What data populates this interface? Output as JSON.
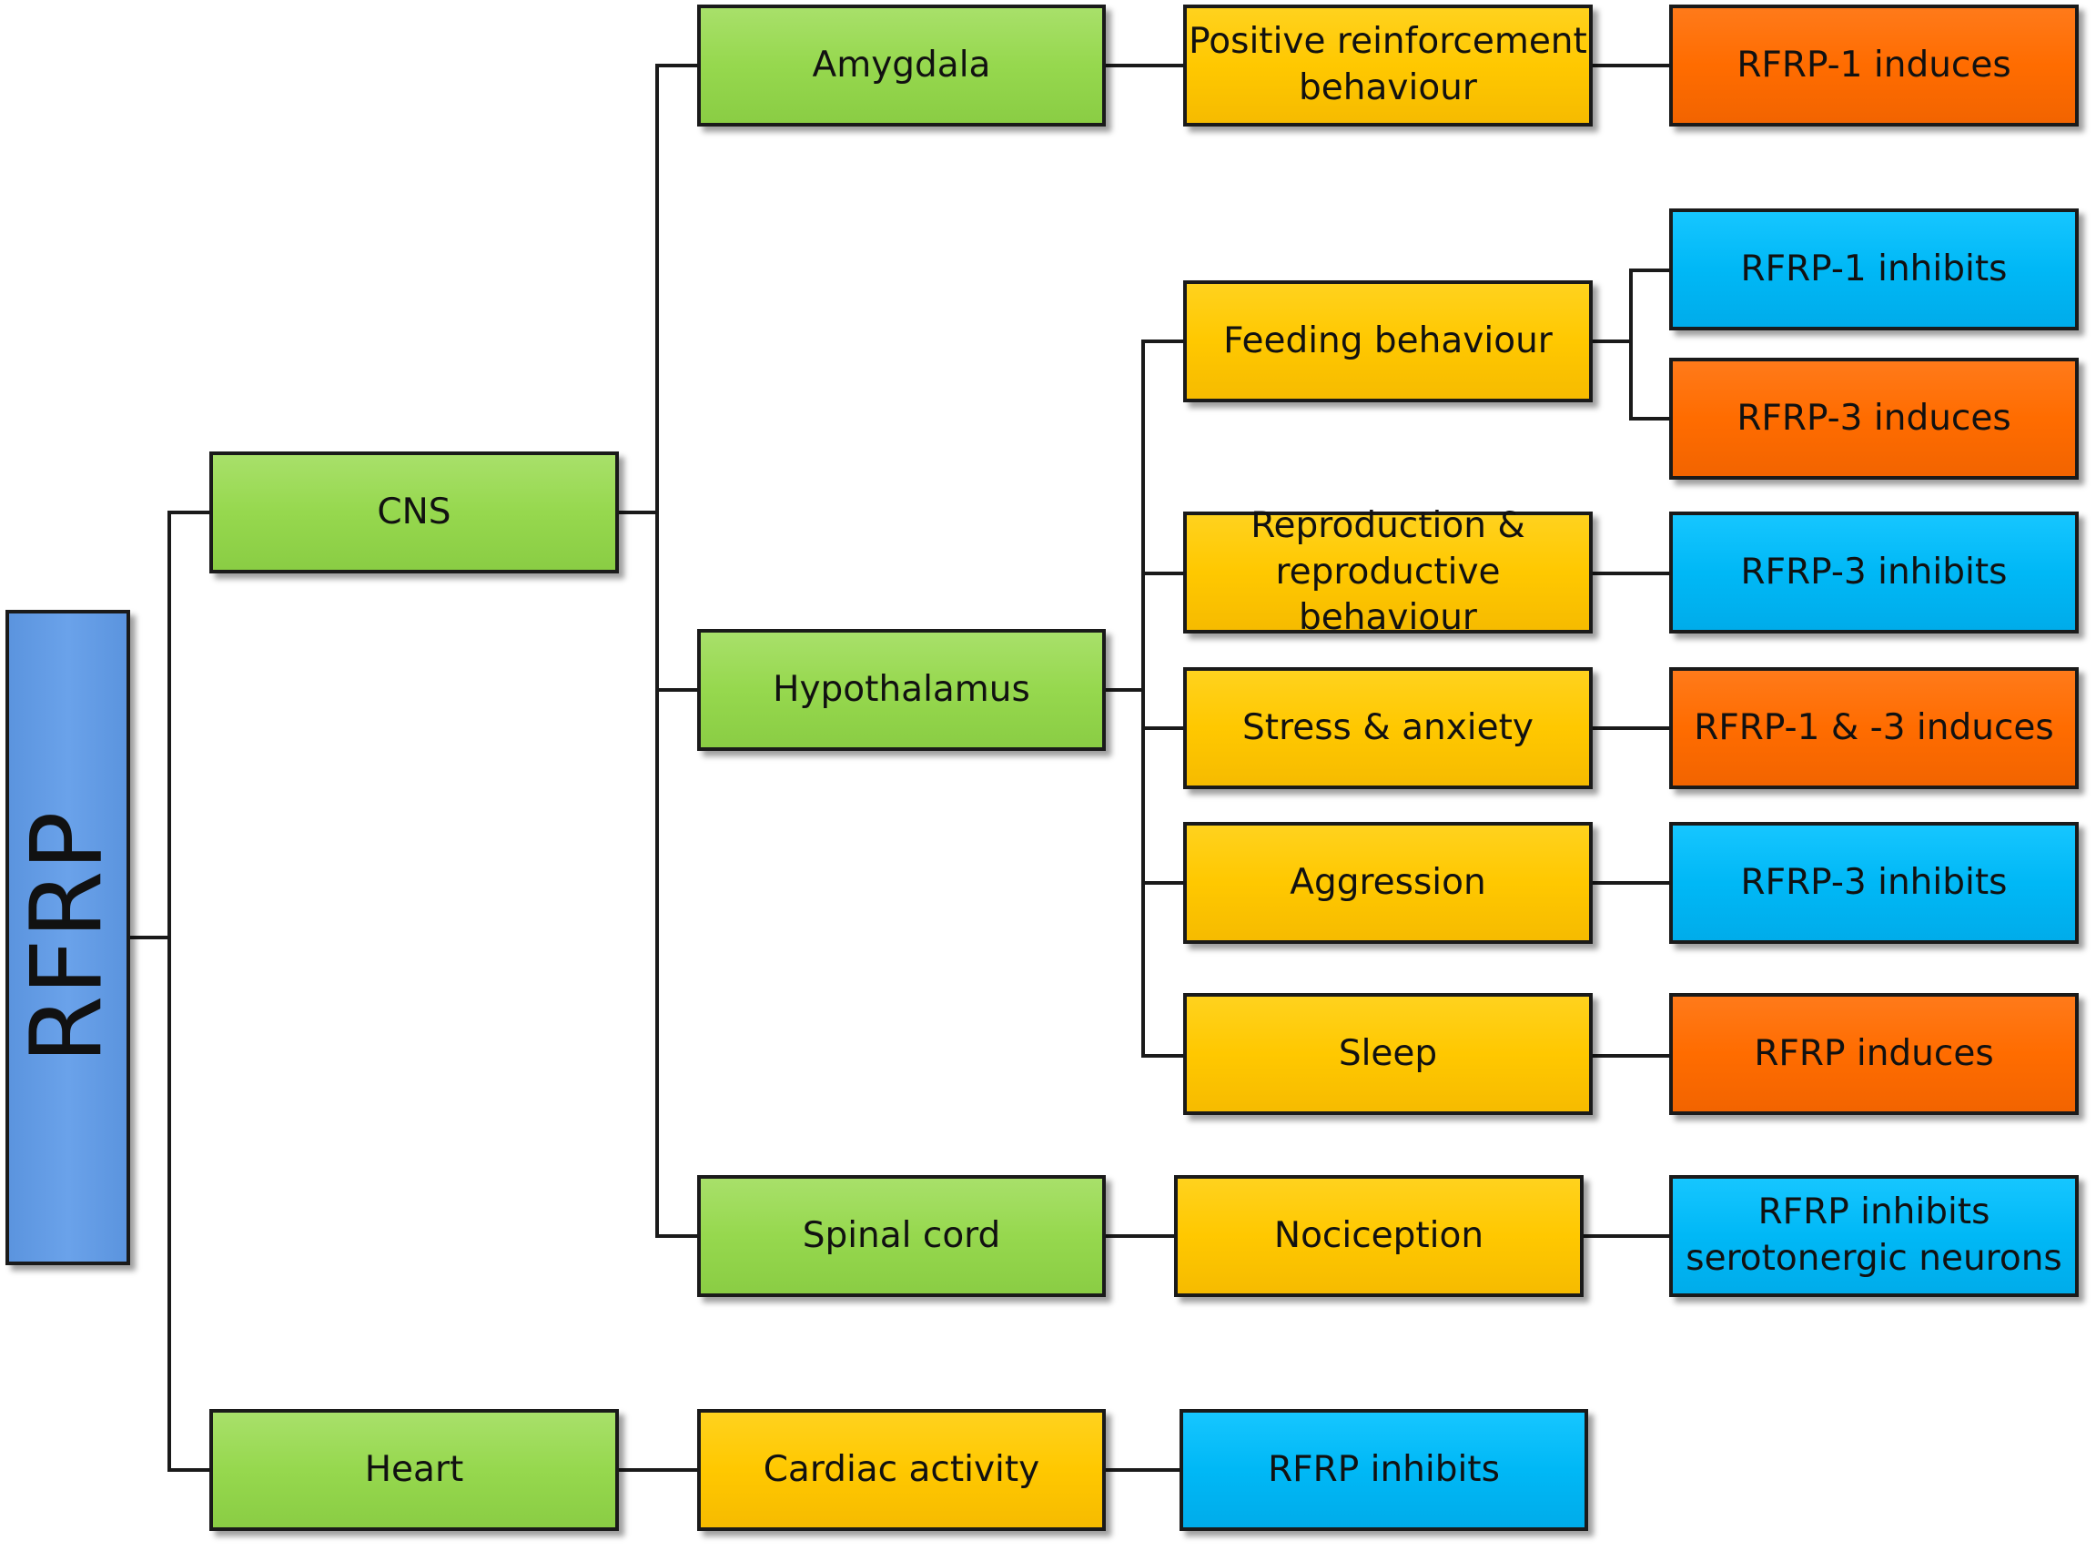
{
  "colors": {
    "root": "#5f99e3",
    "organ": "#96d84e",
    "process": "#ffc800",
    "induces": "#ff6c00",
    "inhibits": "#00b8f6",
    "line": "#1a1a1a"
  },
  "nodes": {
    "root": "RFRP",
    "cns": "CNS",
    "heart": "Heart",
    "amygdala": "Amygdala",
    "hypothalamus": "Hypothalamus",
    "spinal_cord": "Spinal cord",
    "positive_reinforcement": "Positive reinforcement\nbehaviour",
    "feeding": "Feeding behaviour",
    "reproduction": "Reproduction &\nreproductive behaviour",
    "stress": "Stress & anxiety",
    "aggression": "Aggression",
    "sleep": "Sleep",
    "nociception": "Nociception",
    "cardiac": "Cardiac activity",
    "rfrp1_induces": "RFRP-1 induces",
    "rfrp1_inhibits": "RFRP-1 inhibits",
    "rfrp3_induces": "RFRP-3 induces",
    "rfrp3_inhibits_repro": "RFRP-3 inhibits",
    "rfrp13_induces": "RFRP-1 & -3 induces",
    "rfrp3_inhibits_aggr": "RFRP-3 inhibits",
    "rfrp_induces_sleep": "RFRP induces",
    "rfrp_inhibits_serotonergic": "RFRP inhibits\nserotonergic neurons",
    "rfrp_inhibits_cardiac": "RFRP inhibits"
  }
}
